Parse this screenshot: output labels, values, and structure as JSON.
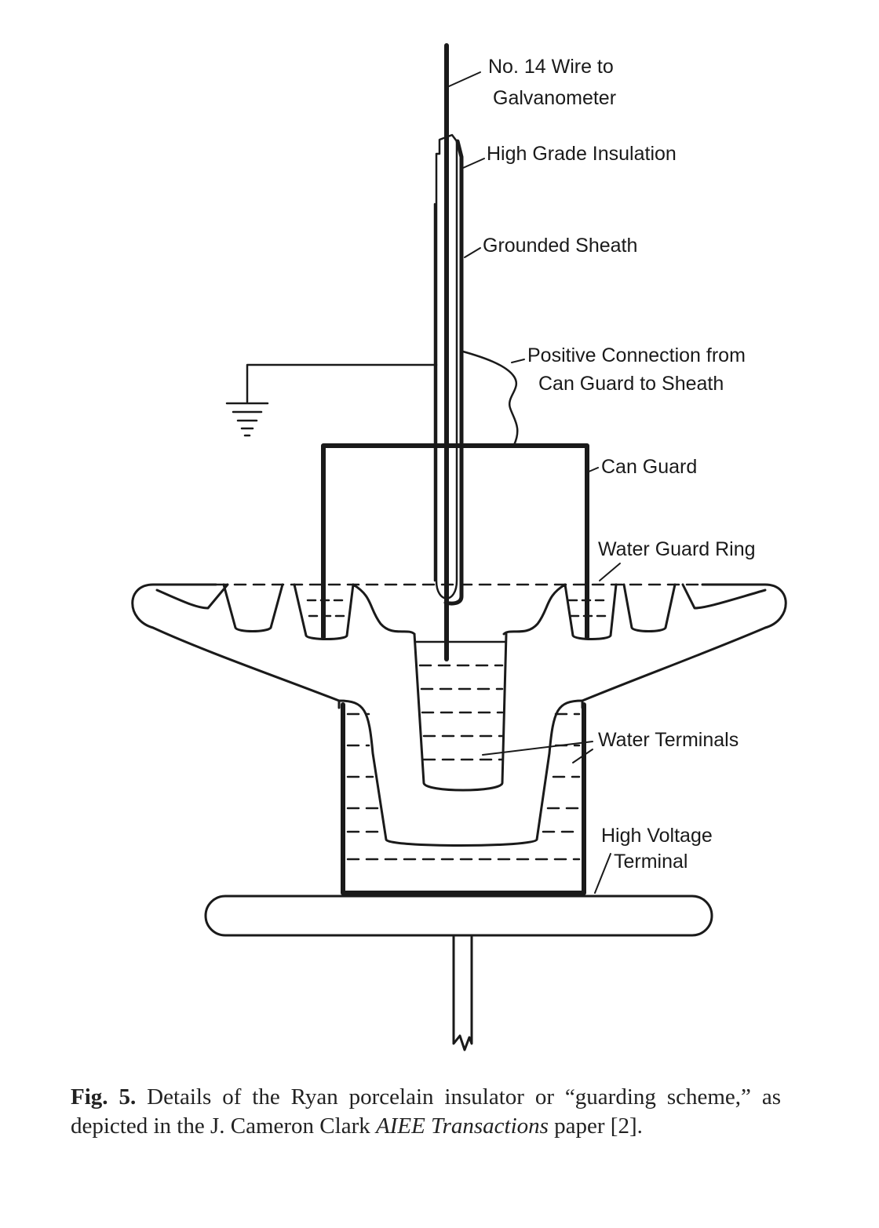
{
  "labels": {
    "wire_line1": "No. 14 Wire to",
    "wire_line2": "Galvanometer",
    "insulation": "High Grade Insulation",
    "sheath": "Grounded Sheath",
    "positive_line1": "Positive Connection from",
    "positive_line2": "Can Guard to Sheath",
    "can_guard": "Can Guard",
    "water_guard_ring": "Water Guard Ring",
    "water_terminals": "Water Terminals",
    "hv_line1": "High Voltage",
    "hv_line2": "Terminal"
  },
  "caption": {
    "fig_label": "Fig. 5.",
    "text_1": " Details of the Ryan porcelain insulator or “guarding scheme,” as depicted in the J. Cameron Clark ",
    "journal": "AIEE Transactions",
    "text_2": " paper [2]."
  }
}
